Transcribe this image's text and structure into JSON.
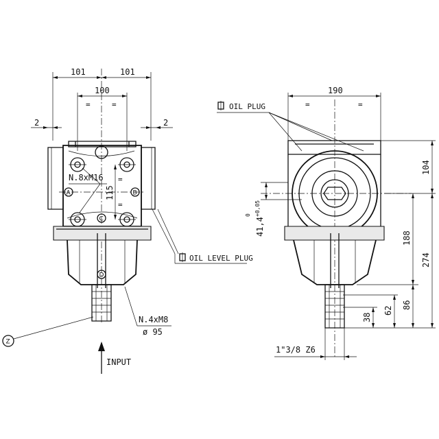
{
  "front_view": {
    "dim_top_left": "101",
    "dim_top_right": "101",
    "dim_center": "100",
    "dim_left_gap": "2",
    "dim_right_gap": "2",
    "dim_vertical": "115",
    "bolt_pattern": "N.8xM16",
    "flange_bolts": "N.4xM8",
    "flange_diameter": "ø 95",
    "labels": {
      "a": "A",
      "b": "B",
      "c": "C",
      "d": "D",
      "z": "Z"
    },
    "input_label": "INPUT"
  },
  "side_view": {
    "dim_width": "190",
    "dim_104": "104",
    "dim_188": "188",
    "dim_274": "274",
    "dim_86": "86",
    "dim_62": "62",
    "dim_38": "38",
    "dim_shaft_height": "41,4",
    "dim_tolerance_upper": "+0,05",
    "dim_tolerance_lower": "0",
    "shaft_spec": "1\"3/8  Z6",
    "equal_mark": "="
  },
  "callouts": {
    "oil_plug": "OIL PLUG",
    "oil_level_plug": "OIL LEVEL PLUG"
  }
}
